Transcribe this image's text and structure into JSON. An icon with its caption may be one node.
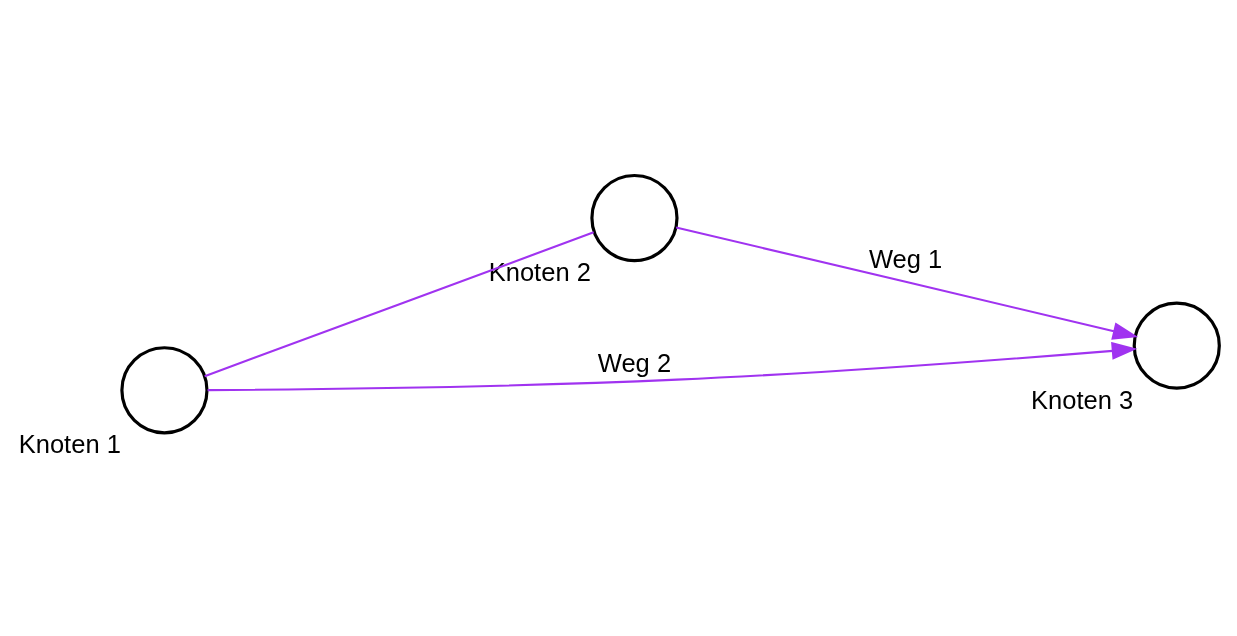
{
  "diagram": {
    "nodes": [
      {
        "text": [],
        "shape": "circle",
        "beside": [
          "Knoten 1"
        ]
      },
      {
        "text": [],
        "shape": "circle",
        "beside": [
          "Knoten 2"
        ]
      },
      {
        "text": [],
        "shape": "circle",
        "beside": [
          "Knoten 3"
        ]
      }
    ],
    "edges": [
      {
        "from": 0,
        "to": 1,
        "arrow": "none"
      },
      {
        "from": 1,
        "to": 2,
        "arrow": "to",
        "label": "Weg 1"
      },
      {
        "from": 0,
        "to": 2,
        "arrow": "to",
        "label": "Weg 2"
      }
    ]
  }
}
